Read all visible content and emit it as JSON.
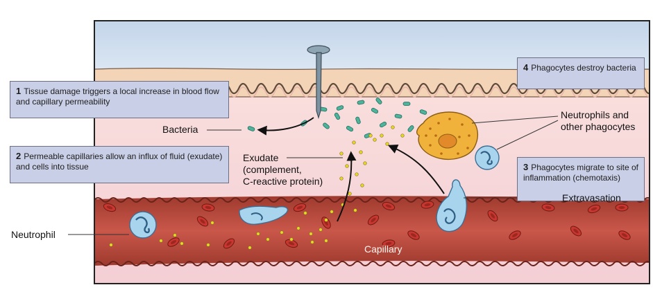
{
  "steps": [
    {
      "num": "1",
      "text": "Tissue damage triggers a local increase in blood flow and capillary permeability"
    },
    {
      "num": "2",
      "text": "Permeable capillaries allow an influx of fluid (exudate) and cells into tissue"
    },
    {
      "num": "3",
      "text": "Phagocytes migrate to site of inflammation (chemotaxis)"
    },
    {
      "num": "4",
      "text": "Phagocytes destroy bacteria"
    }
  ],
  "labels": {
    "bacteria": "Bacteria",
    "exudate_1": "Exudate",
    "exudate_2": "(complement,",
    "exudate_3": "C-reactive protein)",
    "neutrophils_1": "Neutrophils and",
    "neutrophils_2": "other phagocytes",
    "extravasation": "Extravasation",
    "neutrophil": "Neutrophil",
    "capillary": "Capillary"
  },
  "colors": {
    "skin": "#f3d4b6",
    "tissue": "#f6dada",
    "capillary": "#b94a3a",
    "rbc": "#c7372f",
    "phagocyte": "#a9d4ee",
    "macrophage": "#f1b23c",
    "bacteria": "#4fb39c",
    "exudate": "#e8d531",
    "box": "#c9cfe6"
  }
}
